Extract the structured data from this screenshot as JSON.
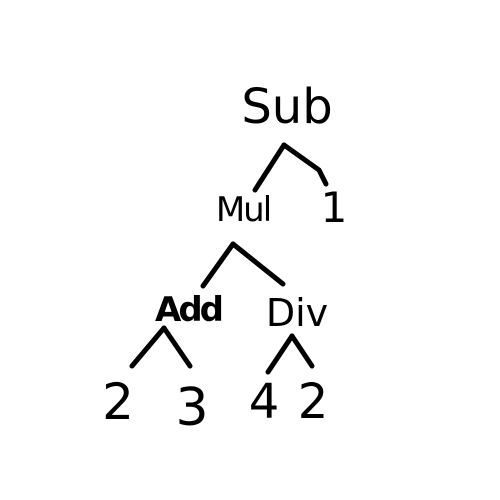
{
  "tree": {
    "root": {
      "label": "Sub",
      "left": {
        "label": "Mul",
        "left": {
          "label": "Add",
          "left": {
            "label": "2"
          },
          "right": {
            "label": "3"
          }
        },
        "right": {
          "label": "Div",
          "left": {
            "label": "4"
          },
          "right": {
            "label": "2"
          }
        }
      },
      "right": {
        "label": "1"
      }
    }
  },
  "colors": {
    "ink": "#000000",
    "background": "#ffffff"
  }
}
